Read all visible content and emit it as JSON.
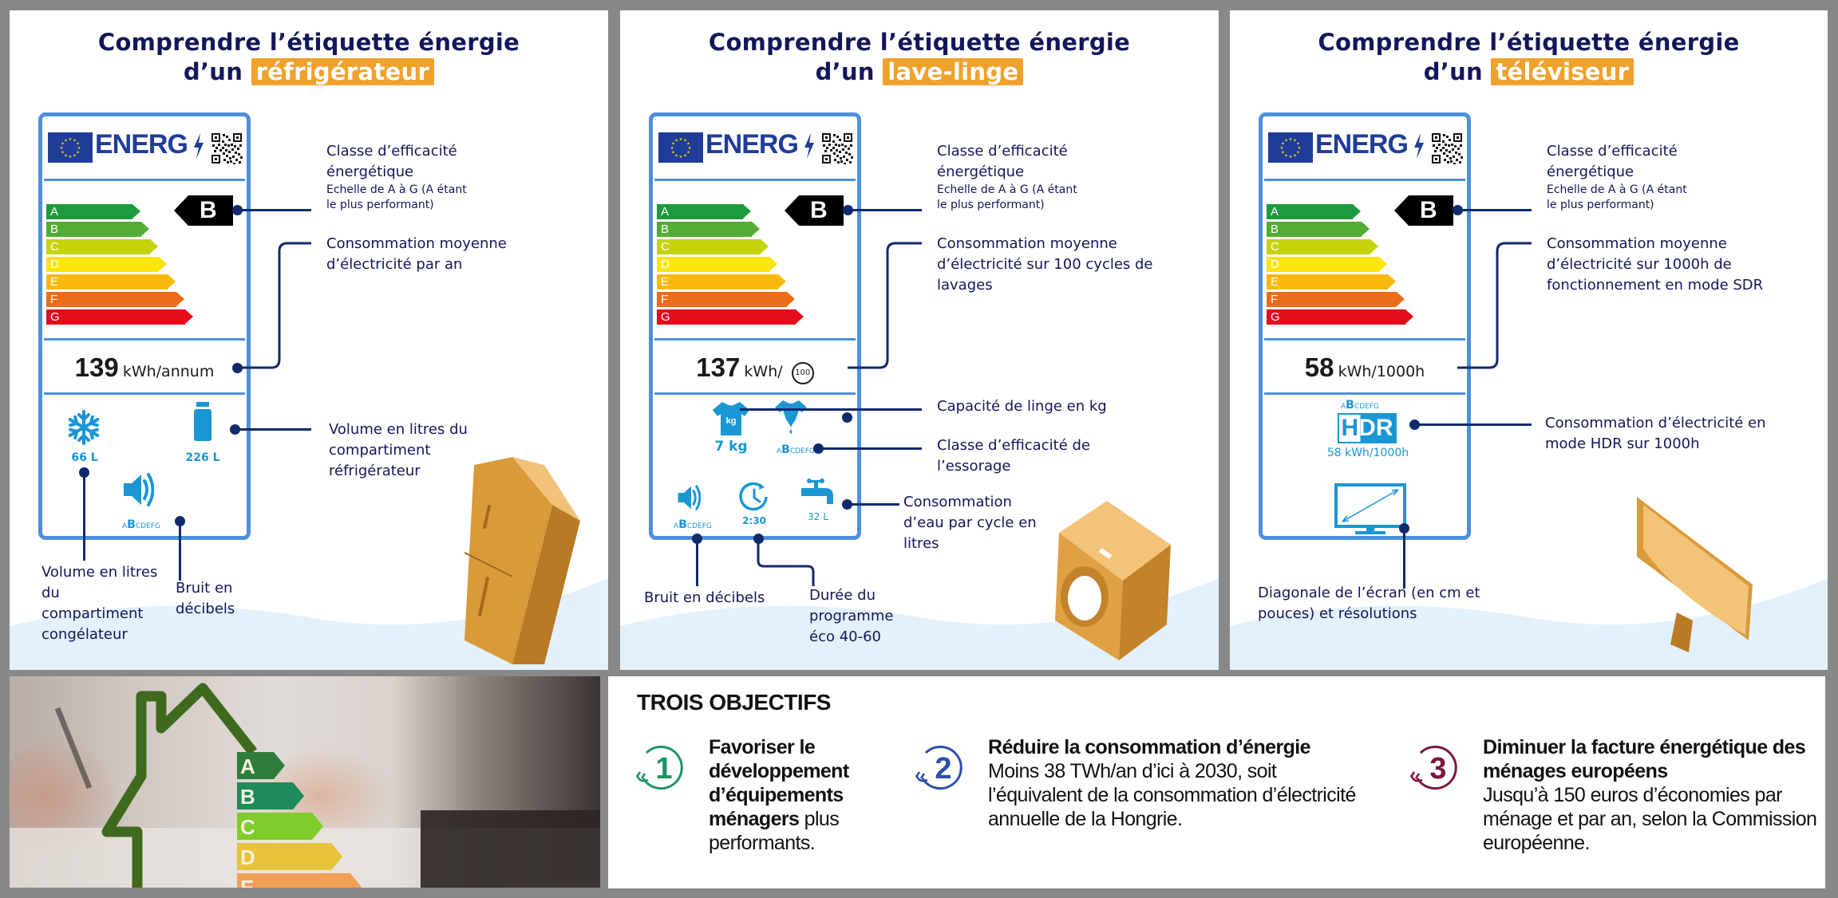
{
  "panels": [
    {
      "title_line1": "Comprendre l’étiquette énergie",
      "title_prefix": "d’un",
      "title_highlight": "réfrigérateur",
      "label": {
        "logo_text": "ENERG",
        "classes": [
          "A",
          "B",
          "C",
          "D",
          "E",
          "F",
          "G"
        ],
        "rated_class": "B",
        "consumption_value": "139",
        "consumption_unit": "kWh/annum",
        "freezer_volume": "66 L",
        "fridge_volume": "226 L",
        "noise_scale_prefix": "A",
        "noise_scale_class": "B",
        "noise_scale_suffix": "CDEFG"
      },
      "annotations": {
        "class_title": "Classe d’efficacité énergétique",
        "class_subtitle": "Echelle de A à G (A étant le plus performant)",
        "consumption": "Consommation moyenne d’électricité par an",
        "fridge_volume": "Volume en litres du compartiment réfrigérateur",
        "freezer_volume": "Volume en litres du compartiment congélateur",
        "noise": "Bruit en décibels"
      },
      "illustration": "refrigerator"
    },
    {
      "title_line1": "Comprendre l’étiquette énergie",
      "title_prefix": "d’un",
      "title_highlight": "lave-linge",
      "label": {
        "logo_text": "ENERG",
        "classes": [
          "A",
          "B",
          "C",
          "D",
          "E",
          "F",
          "G"
        ],
        "rated_class": "B",
        "consumption_value": "137",
        "consumption_unit": "kWh/",
        "cycles_badge": "100",
        "capacity_icon_text": "kg",
        "capacity": "7 kg",
        "spin_scale_prefix": "A",
        "spin_scale_class": "B",
        "spin_scale_suffix": "CDEFG",
        "noise_scale_prefix": "A",
        "noise_scale_class": "B",
        "noise_scale_suffix": "CDEFG",
        "duration": "2:30",
        "water": "32 L"
      },
      "annotations": {
        "class_title": "Classe d’efficacité énergétique",
        "class_subtitle": "Echelle de A à G (A étant le plus performant)",
        "consumption": "Consommation moyenne d’électricité sur 100 cycles de lavages",
        "capacity": "Capacité de linge en kg",
        "spin": "Classe d’efficacité de l’essorage",
        "water": "Consommation d’eau par cycle en litres",
        "noise": "Bruit en décibels",
        "duration": "Durée du programme éco 40-60"
      },
      "illustration": "washing-machine"
    },
    {
      "title_line1": "Comprendre l’étiquette énergie",
      "title_prefix": "d’un",
      "title_highlight": "téléviseur",
      "label": {
        "logo_text": "ENERG",
        "classes": [
          "A",
          "B",
          "C",
          "D",
          "E",
          "F",
          "G"
        ],
        "rated_class": "B",
        "consumption_value": "58",
        "consumption_unit": "kWh/1000h",
        "hdr_scale_prefix": "A",
        "hdr_scale_class": "B",
        "hdr_scale_suffix": "CDEFG",
        "hdr_badge": "HDR",
        "hdr_consumption": "58 kWh/1000h"
      },
      "annotations": {
        "class_title": "Classe d’efficacité énergétique",
        "class_subtitle": "Echelle de A à G (A étant le plus performant)",
        "consumption": "Consommation moyenne d’électricité sur 1000h de fonctionnement en mode SDR",
        "hdr": "Consommation d’électricité en mode HDR sur 1000h",
        "screen": "Diagonale de l’écran (en cm et pouces) et résolutions"
      },
      "illustration": "television"
    }
  ],
  "class_colors": [
    "#1e9a3e",
    "#52ad32",
    "#c6d30a",
    "#fbe50a",
    "#f9b80b",
    "#ec6c19",
    "#e30d1b"
  ],
  "photo": {
    "labels": [
      "A",
      "B",
      "C",
      "D",
      "E"
    ],
    "subject": "house-outline-energy-scale"
  },
  "objectives": {
    "title": "TROIS OBJECTIFS",
    "items": [
      {
        "number": "1",
        "color": "#1a9460",
        "bold": "Favoriser le développement d’équipements ménagers",
        "rest": " plus performants."
      },
      {
        "number": "2",
        "color": "#2d4fa8",
        "bold": "Réduire la consommation d’énergie",
        "rest": "Moins 38 TWh/an d’ici à 2030, soit l’équivalent de la consommation d’électricité annuelle de la Hongrie."
      },
      {
        "number": "3",
        "color": "#7d1540",
        "bold": "Diminuer la facture énergétique des ménages européens",
        "rest": "Jusqu’à 150 euros d’économies par ménage et par an, selon la Commission européenne."
      }
    ]
  },
  "colors": {
    "title_navy": "#131759",
    "highlight_orange": "#f0a12b",
    "label_border": "#4e90dd",
    "eu_blue": "#1f3c98",
    "icon_blue": "#1a96d4",
    "connector_navy": "#0f2a6b",
    "wave_blue": "#e3f1fc"
  }
}
